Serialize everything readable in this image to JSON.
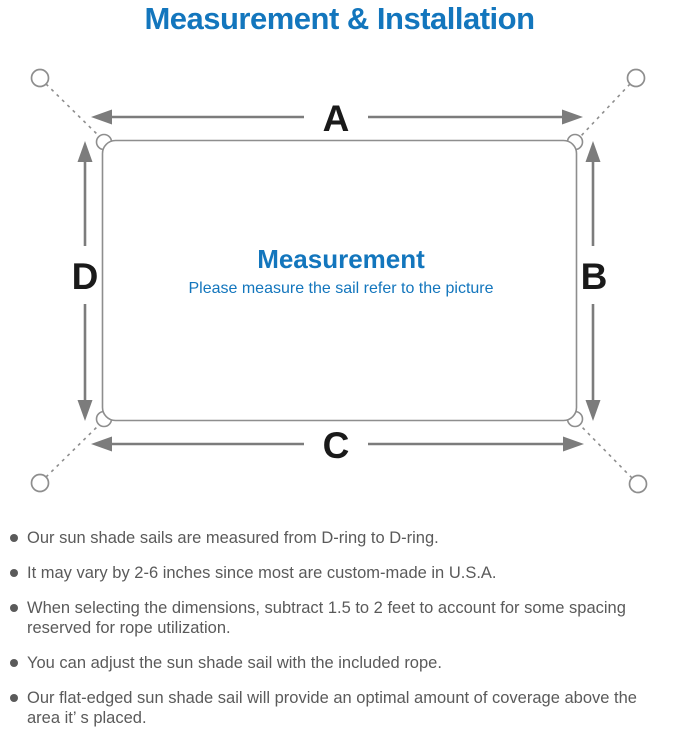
{
  "page": {
    "title": "Measurement & Installation"
  },
  "diagram": {
    "labels": {
      "top": "A",
      "right": "B",
      "bottom": "C",
      "left": "D"
    },
    "center_title": "Measurement",
    "center_subtitle": "Please measure the sail refer to the picture"
  },
  "notes": {
    "items": [
      "Our sun shade sails are measured from D-ring to D-ring.",
      "It may vary by 2-6 inches since most are custom-made in U.S.A.",
      "When selecting the dimensions, subtract 1.5 to 2 feet to account for some spacing reserved for rope utilization.",
      "You can adjust the sun shade sail with the included rope.",
      "Our flat-edged sun shade sail will provide an optimal amount of coverage above the area it’ s placed."
    ]
  },
  "colors": {
    "accent_blue": "#1376bd",
    "body_text_gray": "#5a5a5a",
    "diagram_line_gray": "#8e8e8e",
    "arrow_gray": "#7c7c7c",
    "label_black": "#1a1a1a"
  }
}
